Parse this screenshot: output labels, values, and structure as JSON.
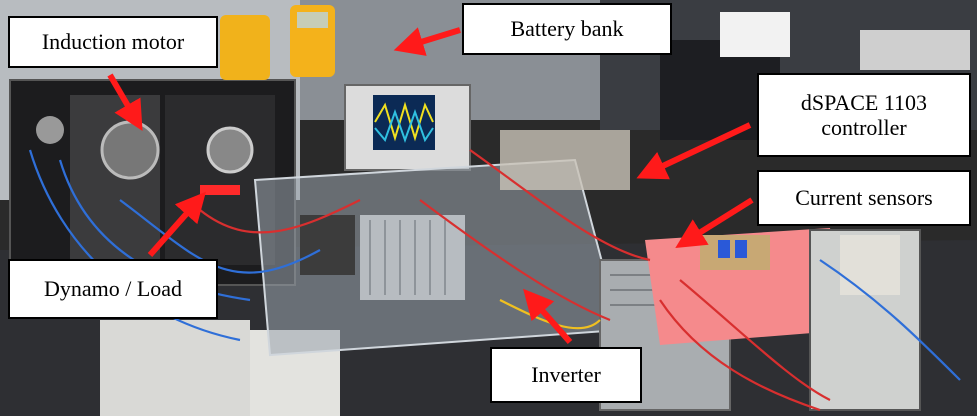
{
  "labels": {
    "induction_motor": "Induction motor",
    "battery_bank": "Battery bank",
    "dspace": "dSPACE 1103\ncontroller",
    "current_sensors": "Current sensors",
    "dynamo_load": "Dynamo / Load",
    "inverter": "Inverter"
  },
  "colors": {
    "arrow": "#ff1a1a",
    "label_bg": "#ffffff",
    "label_border": "#000000"
  }
}
